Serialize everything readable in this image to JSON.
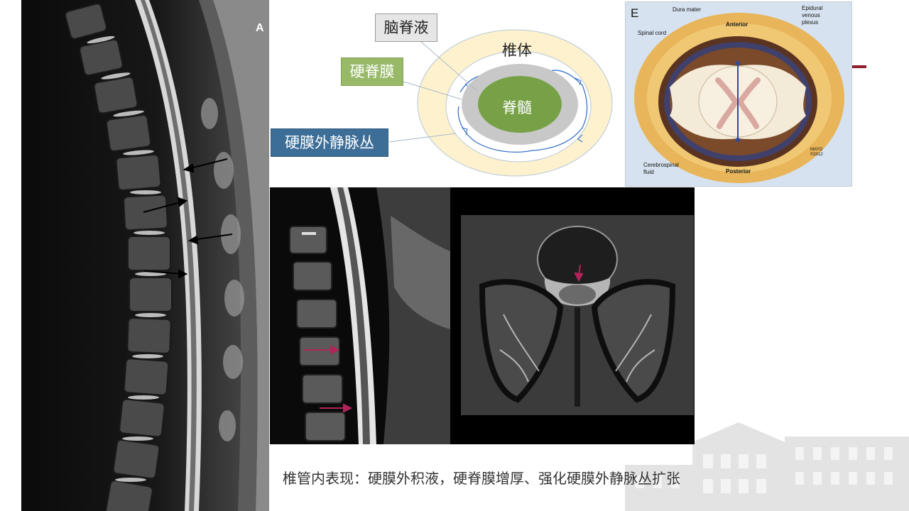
{
  "mri_a": {
    "label": "A"
  },
  "diagram": {
    "csf": "脑脊液",
    "dura": "硬脊膜",
    "venous_plexus": "硬膜外静脉丛",
    "vertebra": "椎体",
    "spinal_cord": "脊髓"
  },
  "illustration_e": {
    "letter": "E",
    "dura_mater": "Dura mater",
    "epidural": "Epidural",
    "venous": "venous",
    "plexus": "plexus",
    "anterior": "Anterior",
    "spinal_cord": "Spinal cord",
    "cerebrospinal": "Cerebrospinal",
    "fluid": "fluid",
    "posterior": "Posterior",
    "mayo": "MAYO",
    "mayo_year": "©2012"
  },
  "caption": "椎管内表现：硬膜外积液，硬脊膜增厚、强化硬膜外静脉丛扩张",
  "colors": {
    "accent": "#8e1d2a",
    "callout_green": "#97b968",
    "callout_blue": "#3d6e97",
    "callout_gray": "#e6e6e6",
    "arrow_magenta": "#b0245a"
  }
}
